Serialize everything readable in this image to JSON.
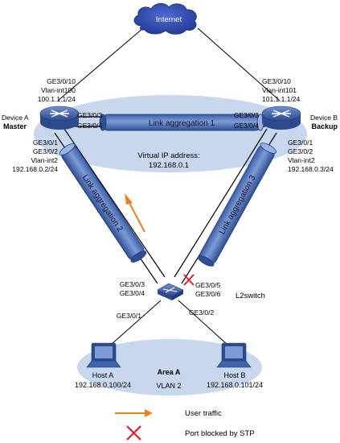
{
  "colors": {
    "ellipse": "#c8d7ee",
    "tube": "#5d7fc3",
    "cable": "#000000",
    "device": "#3f63a8",
    "arrow": "#ef7f1a",
    "blocked": "#e31e24",
    "cloud": "#2b46a8"
  },
  "icons": {
    "internet": "cloud-icon",
    "device_a": "router-switch-icon",
    "device_b": "router-switch-icon",
    "l2switch": "switch-icon",
    "host_a": "computer-icon",
    "host_b": "computer-icon",
    "traffic": "orange-arrow-icon",
    "blocked": "red-x-icon"
  },
  "internet": {
    "label": "Internet"
  },
  "device_a": {
    "name": "Device A",
    "role": "Master",
    "uplink": [
      "GE3/0/10",
      "Vlan-int100",
      "100.1.1.1/24"
    ],
    "port_agg1_top": "GE3/0/3",
    "port_agg1_bottom": "GE3/0/4",
    "downlink": [
      "GE3/0/1",
      "GE3/0/2",
      "Vlan-int2",
      "192.168.0.2/24"
    ]
  },
  "device_b": {
    "name": "Device B",
    "role": "Backup",
    "uplink": [
      "GE3/0/10",
      "Vlan-int101",
      "101.1.1.1/24"
    ],
    "port_agg1_top": "GE3/0/3",
    "port_agg1_bottom": "GE3/0/4",
    "downlink": [
      "GE3/0/1",
      "GE3/0/2",
      "Vlan-int2",
      "192.168.0.3/24"
    ]
  },
  "aggregations": {
    "agg1": "Link aggregation 1",
    "agg2": "Link aggregation 2",
    "agg3": "Link aggregation 3"
  },
  "virtual_ip": {
    "label": "Virtual IP address:",
    "value": "192.168.0.1"
  },
  "l2switch": {
    "name": "L2switch",
    "ports_left": [
      "GE3/0/3",
      "GE3/0/4"
    ],
    "ports_right": [
      "GE3/0/5",
      "GE3/0/6"
    ],
    "port_host_a": "GE3/0/1",
    "port_host_b": "GE3/0/2"
  },
  "area": {
    "name": "Area A",
    "vlan": "VLAN 2"
  },
  "host_a": {
    "name": "Host A",
    "ip": "192.168.0.100/24"
  },
  "host_b": {
    "name": "Host B",
    "ip": "192.168.0.101/24"
  },
  "legend": {
    "user_traffic": "User traffic",
    "blocked_by_stp": "Port blocked by STP"
  }
}
